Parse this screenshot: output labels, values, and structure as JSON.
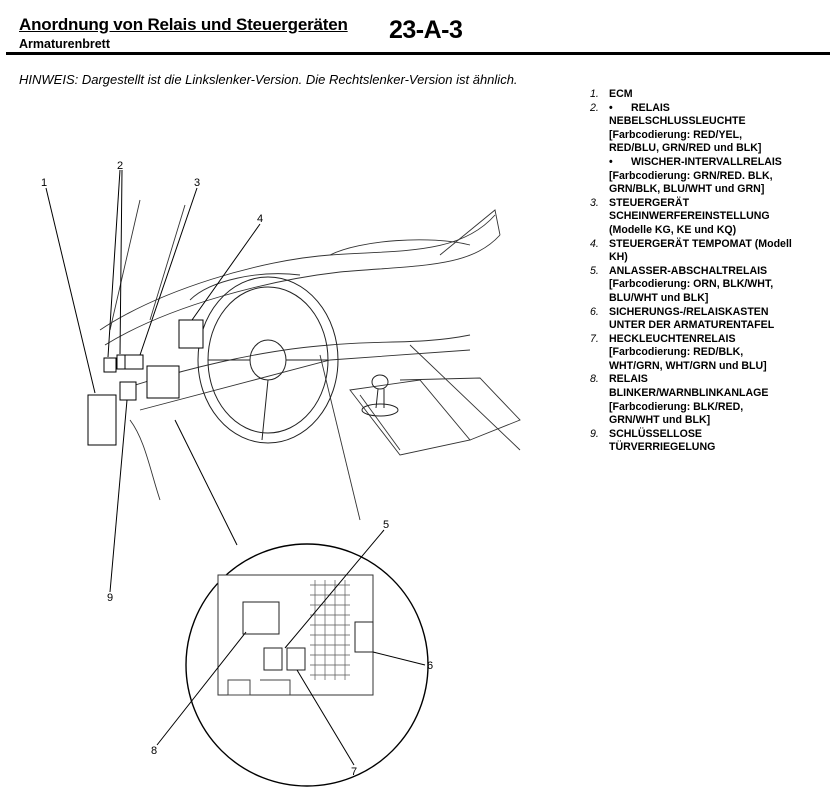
{
  "header": {
    "title": "Anordnung von Relais und Steuergeräten",
    "subtitle": "Armaturenbrett",
    "code": "23-A-3"
  },
  "note": "HINWEIS: Dargestellt ist die Linkslenker-Version. Die Rechtslenker-Version ist ähnlich.",
  "legend": [
    {
      "num": "1.",
      "lines": [
        "ECM"
      ]
    },
    {
      "num": "2.",
      "lines": [
        "•",
        "RELAIS",
        "NEBELSCHLUSSLEUCHTE",
        "[Farbcodierung: RED/YEL,",
        "RED/BLU, GRN/RED und BLK]",
        "•",
        "WISCHER-INTERVALLRELAIS",
        "[Farbcodierung: GRN/RED. BLK,",
        "GRN/BLK, BLU/WHT und GRN]"
      ]
    },
    {
      "num": "3.",
      "lines": [
        "STEUERGERÄT",
        "SCHEINWERFEREINSTELLUNG",
        "(Modelle KG, KE und KQ)"
      ]
    },
    {
      "num": "4.",
      "lines": [
        "STEUERGERÄT TEMPOMAT (Modell",
        "KH)"
      ]
    },
    {
      "num": "5.",
      "lines": [
        "ANLASSER-ABSCHALTRELAIS",
        "[Farbcodierung: ORN, BLK/WHT,",
        "BLU/WHT und BLK]"
      ]
    },
    {
      "num": "6.",
      "lines": [
        "SICHERUNGS-/RELAISKASTEN",
        "UNTER DER ARMATURENTAFEL"
      ]
    },
    {
      "num": "7.",
      "lines": [
        "HECKLEUCHTENRELAIS",
        "[Farbcodierung: RED/BLK,",
        "WHT/GRN, WHT/GRN und BLU]"
      ]
    },
    {
      "num": "8.",
      "lines": [
        "RELAIS",
        "BLINKER/WARNBLINKANLAGE",
        "[Farbcodierung: BLK/RED,",
        "GRN/WHT und BLK]"
      ]
    },
    {
      "num": "9.",
      "lines": [
        "SCHLÜSSELLOSE",
        "TÜRVERRIEGELUNG"
      ]
    }
  ],
  "callouts": [
    "1",
    "2",
    "3",
    "4",
    "5",
    "6",
    "7",
    "8",
    "9"
  ]
}
